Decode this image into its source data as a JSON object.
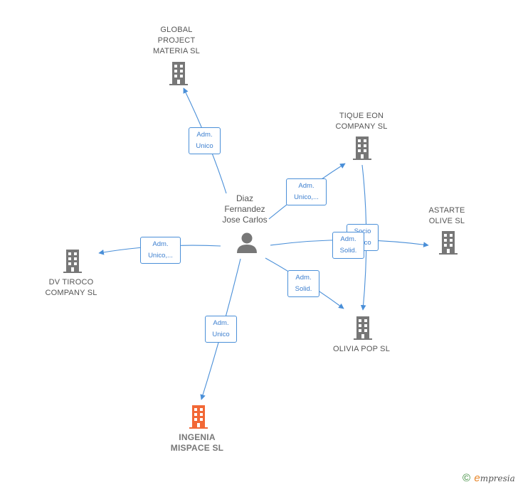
{
  "colors": {
    "edge": "#4a8fd8",
    "edge_text": "#3d7fcf",
    "building_default": "#777777",
    "building_highlight": "#f26836",
    "person": "#777777"
  },
  "person": {
    "label": "Diaz\nFernandez\nJose Carlos",
    "icon": "person-icon"
  },
  "companies": [
    {
      "id": "global",
      "label": "GLOBAL\nPROJECT\nMATERIA  SL",
      "icon": "building-icon",
      "highlight": false
    },
    {
      "id": "tique",
      "label": "TIQUE EON\nCOMPANY  SL",
      "icon": "building-icon",
      "highlight": false
    },
    {
      "id": "astarte",
      "label": "ASTARTE\nOLIVE  SL",
      "icon": "building-icon",
      "highlight": false
    },
    {
      "id": "dvtiroco",
      "label": "DV TIROCO\nCOMPANY  SL",
      "icon": "building-icon",
      "highlight": false
    },
    {
      "id": "olivia",
      "label": "OLIVIA POP  SL",
      "icon": "building-icon",
      "highlight": false
    },
    {
      "id": "ingenia",
      "label": "INGENIA\nMISPACE  SL",
      "icon": "building-icon",
      "highlight": true
    }
  ],
  "relations": [
    {
      "from": "person",
      "to": "global",
      "label": "Adm.\nUnico"
    },
    {
      "from": "person",
      "to": "tique",
      "label": "Adm.\nUnico,..."
    },
    {
      "from": "tique",
      "to": "olivia",
      "label": "Socio\nÚnico"
    },
    {
      "from": "person",
      "to": "astarte",
      "label": "Adm.\nSolid."
    },
    {
      "from": "person",
      "to": "dvtiroco",
      "label": "Adm.\nUnico,..."
    },
    {
      "from": "person",
      "to": "olivia",
      "label": "Adm.\nSolid."
    },
    {
      "from": "person",
      "to": "ingenia",
      "label": "Adm.\nUnico"
    }
  ],
  "footer": {
    "copyright_symbol": "©",
    "brand_initial": "e",
    "brand_rest": "mpresia"
  }
}
